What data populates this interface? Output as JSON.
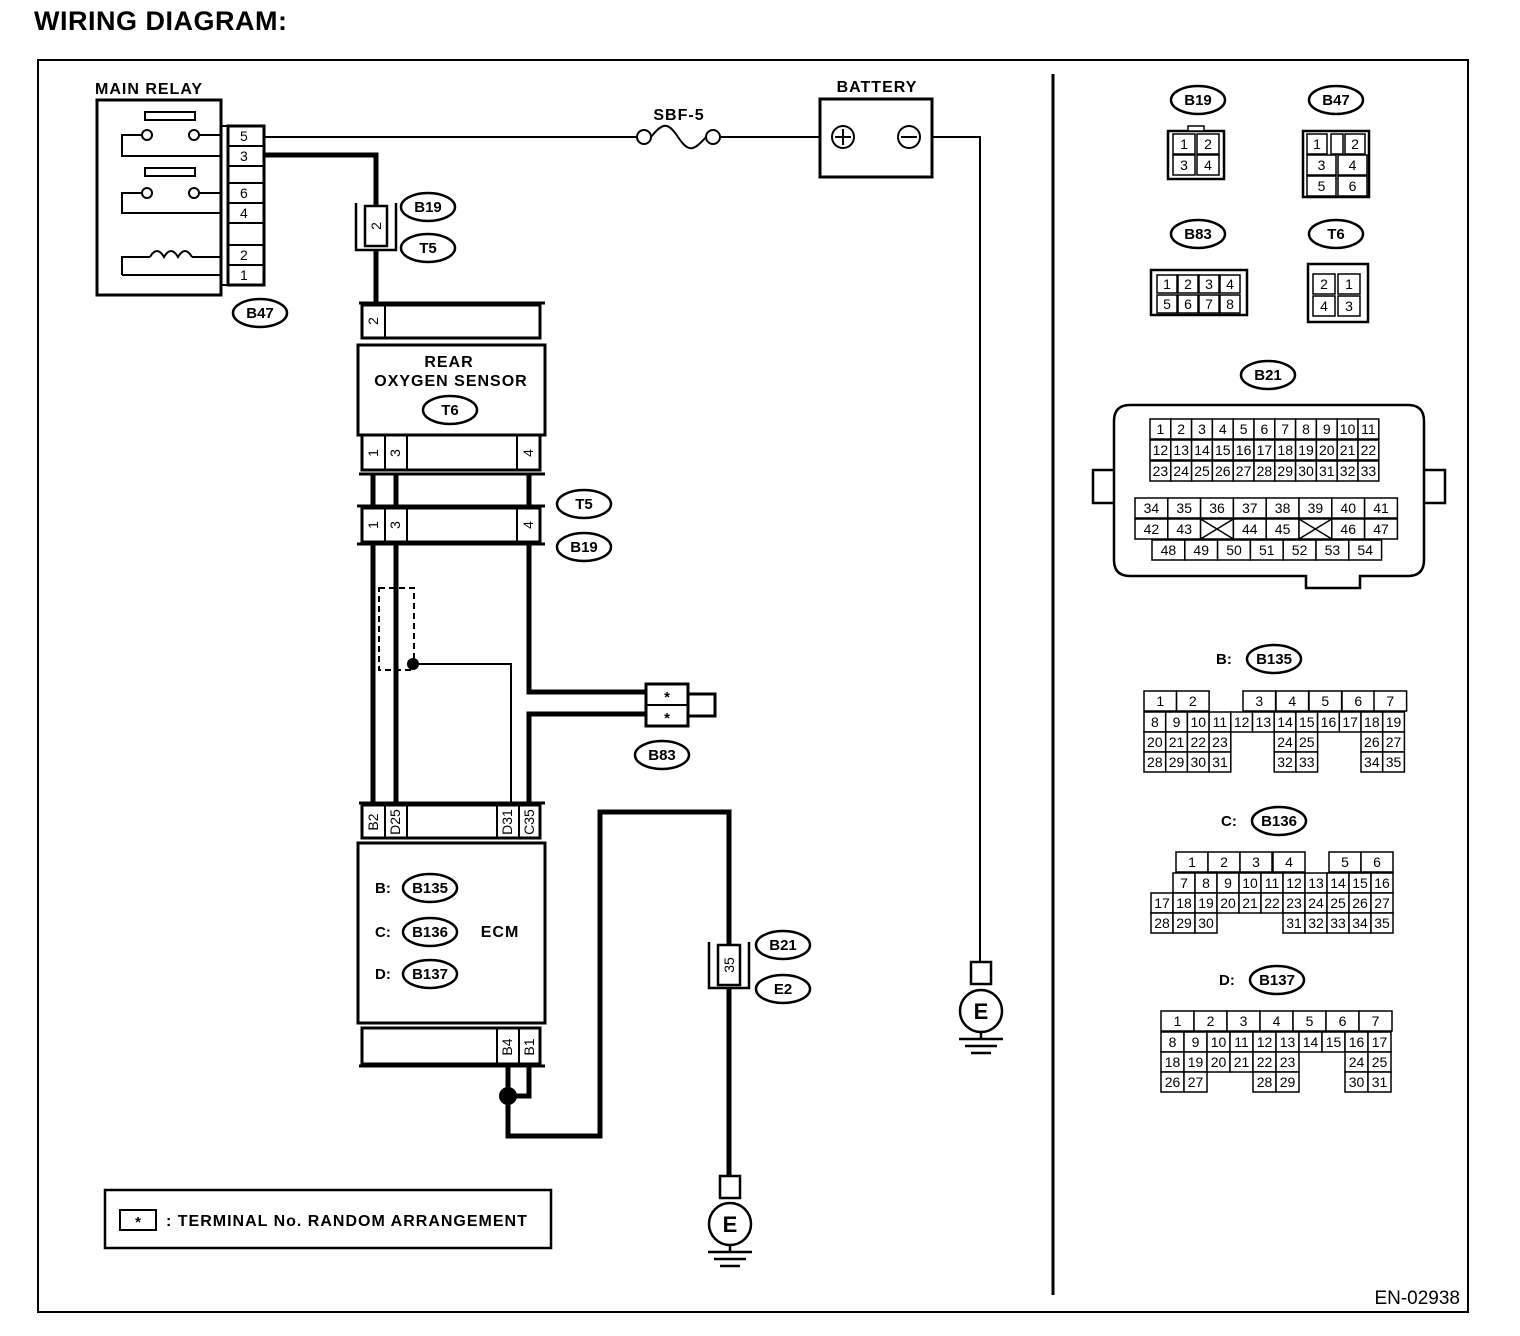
{
  "title": "WIRING DIAGRAM:",
  "code": "EN-02938",
  "labels": {
    "main_relay": "MAIN RELAY",
    "battery": "BATTERY",
    "fuse": "SBF-5",
    "sensor_line1": "REAR",
    "sensor_line2": "OXYGEN SENSOR",
    "ecm": "ECM",
    "ground": "E",
    "legend_symbol": "*",
    "legend_text": ": TERMINAL No. RANDOM ARRANGEMENT"
  },
  "ovals": {
    "b19": "B19",
    "t5": "T5",
    "b47": "B47",
    "t6": "T6",
    "b83": "B83",
    "b21": "B21",
    "e2": "E2",
    "b135": "B135",
    "b136": "B136",
    "b137": "B137"
  },
  "ecm_prefixes": {
    "b": "B:",
    "c": "C:",
    "d": "D:"
  },
  "pins": {
    "relay": [
      "5",
      "3",
      "6",
      "4",
      "2",
      "1"
    ],
    "b19_t5_upper": "2",
    "sensor_top": "2",
    "sensor_bottom": [
      "1",
      "3",
      "4"
    ],
    "t5_lower": [
      "1",
      "3",
      "4"
    ],
    "b83": [
      "*",
      "*"
    ],
    "ecm_top": [
      "B2",
      "D25",
      "D31",
      "C35"
    ],
    "ecm_bottom": [
      "B4",
      "B1"
    ],
    "b21_e2": "35"
  },
  "connectors": {
    "b19": {
      "label": "B19",
      "rows": [
        [
          "1",
          "2"
        ],
        [
          "3",
          "4"
        ]
      ]
    },
    "b47": {
      "label": "B47",
      "rows": [
        [
          "1",
          "",
          "2"
        ],
        [
          "3",
          "4"
        ],
        [
          "5",
          "6"
        ]
      ]
    },
    "b83": {
      "label": "B83",
      "rows": [
        [
          "1",
          "2",
          "3",
          "4"
        ],
        [
          "5",
          "6",
          "7",
          "8"
        ]
      ]
    },
    "t6": {
      "label": "T6",
      "rows": [
        [
          "2",
          "1"
        ],
        [
          "4",
          "3"
        ]
      ]
    },
    "b21": {
      "label": "B21",
      "upper": [
        [
          "1",
          "2",
          "3",
          "4",
          "5",
          "6",
          "7",
          "8",
          "9",
          "10",
          "11"
        ],
        [
          "12",
          "13",
          "14",
          "15",
          "16",
          "17",
          "18",
          "19",
          "20",
          "21",
          "22"
        ],
        [
          "23",
          "24",
          "25",
          "26",
          "27",
          "28",
          "29",
          "30",
          "31",
          "32",
          "33"
        ]
      ],
      "lower": [
        [
          "34",
          "35",
          "36",
          "37",
          "38",
          "39",
          "40",
          "41"
        ],
        [
          "42",
          "43",
          "",
          "44",
          "45",
          "",
          "46",
          "47"
        ],
        [
          "48",
          "49",
          "50",
          "51",
          "52",
          "53",
          "54"
        ]
      ]
    },
    "b135": {
      "prefix": "B:",
      "label": "B135",
      "rows": [
        [
          "1",
          "2",
          "",
          "",
          "3",
          "4",
          "5",
          "6",
          "7"
        ],
        [
          "8",
          "9",
          "10",
          "11",
          "12",
          "13",
          "14",
          "15",
          "16",
          "17",
          "18",
          "19"
        ],
        [
          "20",
          "21",
          "22",
          "23",
          "",
          "",
          "24",
          "25",
          "",
          "",
          "26",
          "27"
        ],
        [
          "28",
          "29",
          "30",
          "31",
          "",
          "",
          "32",
          "33",
          "",
          "",
          "34",
          "35"
        ]
      ]
    },
    "b136": {
      "prefix": "C:",
      "label": "B136",
      "rows": [
        [
          "1",
          "2",
          "3",
          "4",
          "",
          "5",
          "6"
        ],
        [
          "7",
          "8",
          "9",
          "10",
          "11",
          "12",
          "13",
          "14",
          "15",
          "16"
        ],
        [
          "17",
          "18",
          "19",
          "20",
          "21",
          "22",
          "23",
          "24",
          "25",
          "26",
          "27"
        ],
        [
          "28",
          "29",
          "30",
          "",
          "",
          "",
          "31",
          "32",
          "33",
          "34",
          "35"
        ]
      ]
    },
    "b137": {
      "prefix": "D:",
      "label": "B137",
      "rows": [
        [
          "1",
          "2",
          "3",
          "4",
          "5",
          "6",
          "7"
        ],
        [
          "8",
          "9",
          "10",
          "11",
          "12",
          "13",
          "14",
          "15",
          "16",
          "17"
        ],
        [
          "18",
          "19",
          "20",
          "21",
          "22",
          "23",
          "",
          "",
          "24",
          "25"
        ],
        [
          "26",
          "27",
          "",
          "",
          "28",
          "29",
          "",
          "",
          "30",
          "31"
        ]
      ]
    }
  }
}
